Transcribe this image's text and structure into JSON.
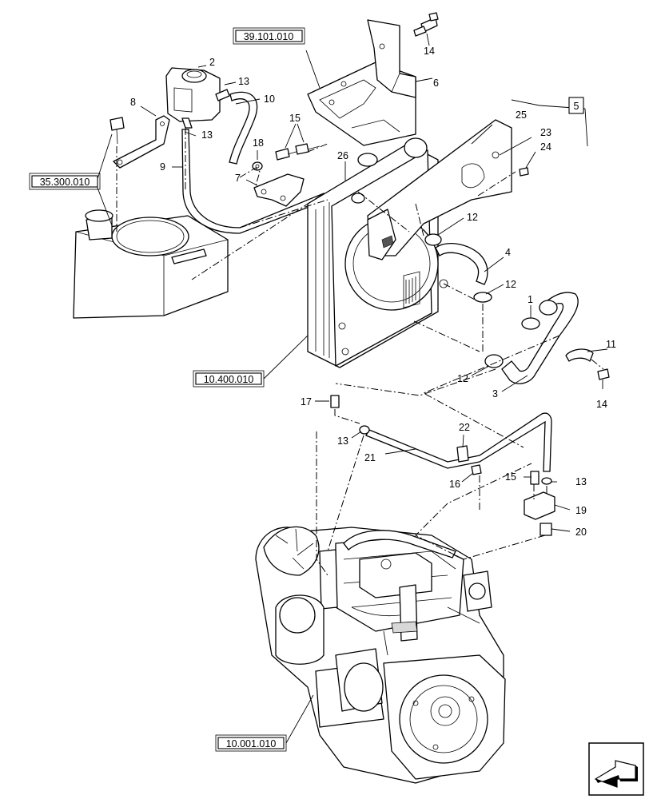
{
  "references": {
    "upper": "39.101.010",
    "left": "35.300.010",
    "radiator": "10.400.010",
    "engine": "10.001.010",
    "box": "5"
  },
  "callouts": {
    "c1": "1",
    "c2": "2",
    "c3": "3",
    "c4": "4",
    "c5_unused": "",
    "c6": "6",
    "c7": "7",
    "c8": "8",
    "c9": "9",
    "c10": "10",
    "c11": "11",
    "c12a": "12",
    "c12b": "12",
    "c12c": "12",
    "c13a": "13",
    "c13b": "13",
    "c13c": "13",
    "c13d": "13",
    "c14a": "14",
    "c14b": "14",
    "c15a": "15",
    "c15b": "15",
    "c16": "16",
    "c17": "17",
    "c18": "18",
    "c19": "19",
    "c20": "20",
    "c21": "21",
    "c22": "22",
    "c23": "23",
    "c24": "24",
    "c25": "25",
    "c26": "26"
  },
  "nav": {
    "icon": "next-page-arrow-icon"
  }
}
